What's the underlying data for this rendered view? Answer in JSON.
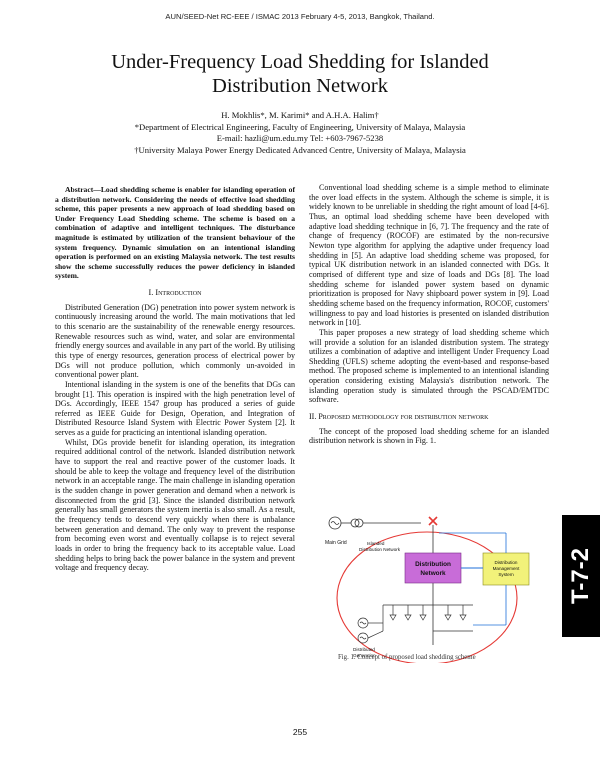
{
  "header": {
    "conference": "AUN/SEED-Net RC-EEE / ISMAC 2013 February 4-5, 2013, Bangkok, Thailand."
  },
  "title": "Under-Frequency Load Shedding for Islanded Distribution Network",
  "authors": {
    "names": "H. Mokhlis*, M. Karimi* and A.H.A. Halim†",
    "affiliation1": "*Department of Electrical Engineering, Faculty of Engineering, University of Malaya, Malaysia",
    "contact": "E-mail: hazli@um.edu.my   Tel: +603-7967-5238",
    "affiliation2": "†University Malaya Power Energy Dedicated Advanced Centre, University of Malaya, Malaysia"
  },
  "abstract": "Abstract—Load shedding scheme is enabler for islanding operation of a distribution network. Considering the needs of effective load shedding scheme, this paper presents a new approach of load shedding based on Under Frequency Load Shedding scheme. The scheme is based on a combination of adaptive and intelligent techniques. The disturbance magnitude is estimated by utilization of the transient behaviour of the system frequency. Dynamic simulation on an intentional islanding operation is performed on an existing Malaysia network. The test results show the scheme successfully reduces the power deficiency in islanded system.",
  "section1": {
    "heading": "I.   Introduction",
    "paragraphs": [
      "Distributed Generation (DG) penetration into power system network is continuously increasing around the world. The main motivations that led to this scenario are the sustainability of the renewable energy resources. Renewable resources such as wind, water, and solar are environmental friendly energy sources and available in any part of the world. By utilising this type of energy resources, generation process of electrical power by DGs will not produce pollution, which commonly un-avoided in conventional power plant.",
      "Intentional islanding in the system is one of the benefits that DGs can brought [1]. This operation is inspired with the high penetration level of DGs. Accordingly, IEEE 1547 group has produced a series of guide referred as IEEE Guide for Design, Operation, and Integration of Distributed Resource Island System with Electric Power System [2]. It serves as a guide for practicing an intentional islanding operation.",
      "Whilst, DGs provide benefit for islanding operation, its integration required additional control of the network. Islanded distribution network have to support the real and reactive power of the customer loads. It should be able to keep the voltage and frequency level of the distribution network in an acceptable range. The main challenge in islanding operation is the sudden change in power generation and demand when a network is disconnected from the grid [3]. Since the islanded distribution network generally has small generators the system inertia is also small. As a result, the frequency tends to descend very quickly when there is unbalance between generation and demand. The only way to prevent the response from becoming even worst and eventually collapse is to reject several loads in order to bring the frequency back to its acceptable value. Load shedding helps to bring back the power balance in the system and prevent voltage and frequency decay."
    ]
  },
  "right_paragraphs": [
    "Conventional load shedding scheme is a simple method to eliminate the over load effects in the system. Although the scheme is simple, it is widely known to be unreliable in shedding the right amount of load [4-6]. Thus, an optimal load shedding scheme have been developed with adaptive load shedding technique in [6, 7]. The frequency and the rate of change of frequency (ROCOF) are estimated by the non-recursive Newton type algorithm for applying the adaptive under frequency load shedding in [5]. An adaptive load shedding scheme was proposed, for typical UK distribution network in an islanded connected with DGs. It comprised of different type and size of loads and DGs [8]. The load shedding scheme for islanded power system based on dynamic prioritization is proposed for Navy shipboard power system in [9]. Load shedding scheme based on the frequency information, ROCOF, customers' willingness to pay and load histories is presented on islanded distribution network in [10].",
    "This paper proposes a new strategy of load shedding scheme which will provide a solution for an islanded distribution system. The strategy utilizes a combination of adaptive and intelligent Under Frequency Load Shedding (UFLS) scheme adopting the event-based and response-based method. The proposed scheme is implemented to an intentional islanding operation considering existing Malaysia's distribution network. The islanding operation study is simulated through the PSCAD/EMTDC software."
  ],
  "section2": {
    "heading": "II.   Proposed methodology for distribution network",
    "paragraph": "The concept of the proposed load shedding scheme for an islanded distribution network is shown in Fig. 1."
  },
  "figure": {
    "main_grid": "Main Grid",
    "islanded_network_line1": "Islanded",
    "islanded_network_line2": "Distribution Network",
    "distribution_network_line1": "Distribution",
    "distribution_network_line2": "Network",
    "dms_line1": "Distribution",
    "dms_line2": "Management",
    "dms_line3": "System",
    "dg_line1": "Distributed",
    "dg_line2": "Generation",
    "caption": "Fig. 1.  Concept of proposed load shedding scheme",
    "colors": {
      "island_boundary": "#e53935",
      "network_box": "#c86cd8",
      "dms_box": "#f2f27a",
      "control_link": "#1e6fd9"
    }
  },
  "page_number": "255",
  "side_tab": "T-7-2"
}
